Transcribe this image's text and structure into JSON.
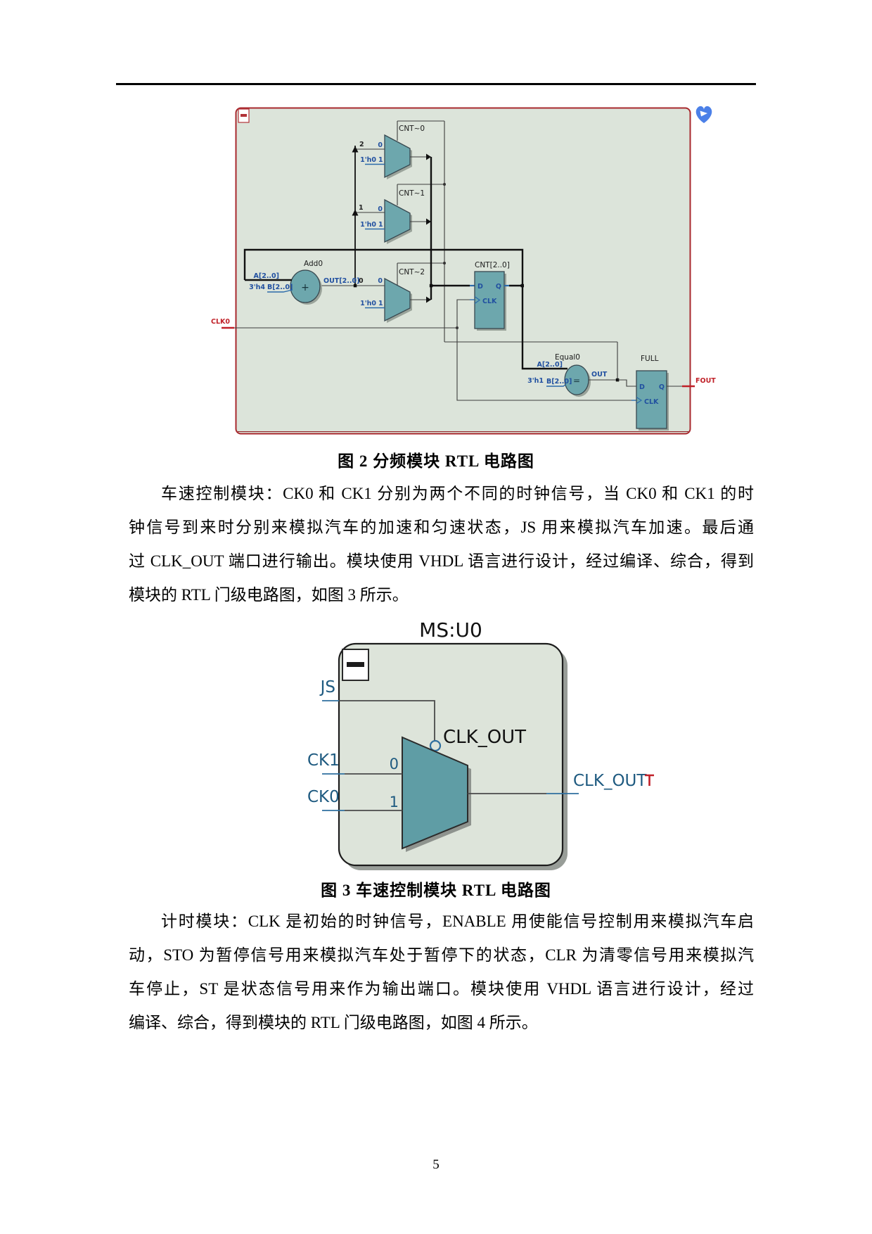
{
  "figure1": {
    "caption": "图 2 分频模块 RTL 电路图",
    "port_in": "CLK0",
    "port_out": "FOUT",
    "mux0": "CNT~0",
    "mux1": "CNT~1",
    "mux2": "CNT~2",
    "const0": "1'h0",
    "in0": "0",
    "in1": "1",
    "sel": [
      "2",
      "1",
      "0"
    ],
    "adder": {
      "name": "Add0",
      "a": "A[2..0]",
      "b": "B[2..0]",
      "const": "3'h4",
      "out": "OUT[2..0]",
      "op": "+"
    },
    "register": {
      "name": "CNT[2..0]",
      "d": "D",
      "q": "Q",
      "clk": "CLK"
    },
    "equal": {
      "name": "Equal0",
      "a": "A[2..0]",
      "b": "B[2..0]",
      "const": "3'h1",
      "out": "OUT",
      "op": "="
    },
    "full": {
      "name": "FULL",
      "d": "D",
      "q": "Q",
      "clk": "CLK"
    }
  },
  "paragraph1": {
    "lines": [
      "车速控制模块：CK0 和 CK1 分别为两个不同的时钟信号，当 CK0 和 CK1 的时",
      "钟信号到来时分别来模拟汽车的加速和匀速状态，JS 用来模拟汽车加速。最后通",
      "过 CLK_OUT 端口进行输出。模块使用 VHDL 语言进行设计，经过编译、综合，得到",
      "模块的 RTL 门级电路图，如图 3 所示。"
    ]
  },
  "figure2": {
    "title": "MS:U0",
    "inputs": [
      "JS",
      "CK1",
      "CK0"
    ],
    "mux_inner_label": "CLK_OUT",
    "mux_in0": "0",
    "mux_in1": "1",
    "output": "CLK_OUT",
    "caption": "图 3 车速控制模块 RTL 电路图"
  },
  "paragraph2": {
    "lines": [
      "计时模块：CLK 是初始的时钟信号，ENABLE 用使能信号控制用来模拟汽车启",
      "动，STO 为暂停信号用来模拟汽车处于暂停下的状态，CLR 为清零信号用来模拟汽",
      "车停止，ST 是状态信号用来作为输出端口。模块使用 VHDL 语言进行设计，经过",
      "编译、综合，得到模块的 RTL 门级电路图，如图 4 所示。"
    ]
  },
  "page_number": "5"
}
